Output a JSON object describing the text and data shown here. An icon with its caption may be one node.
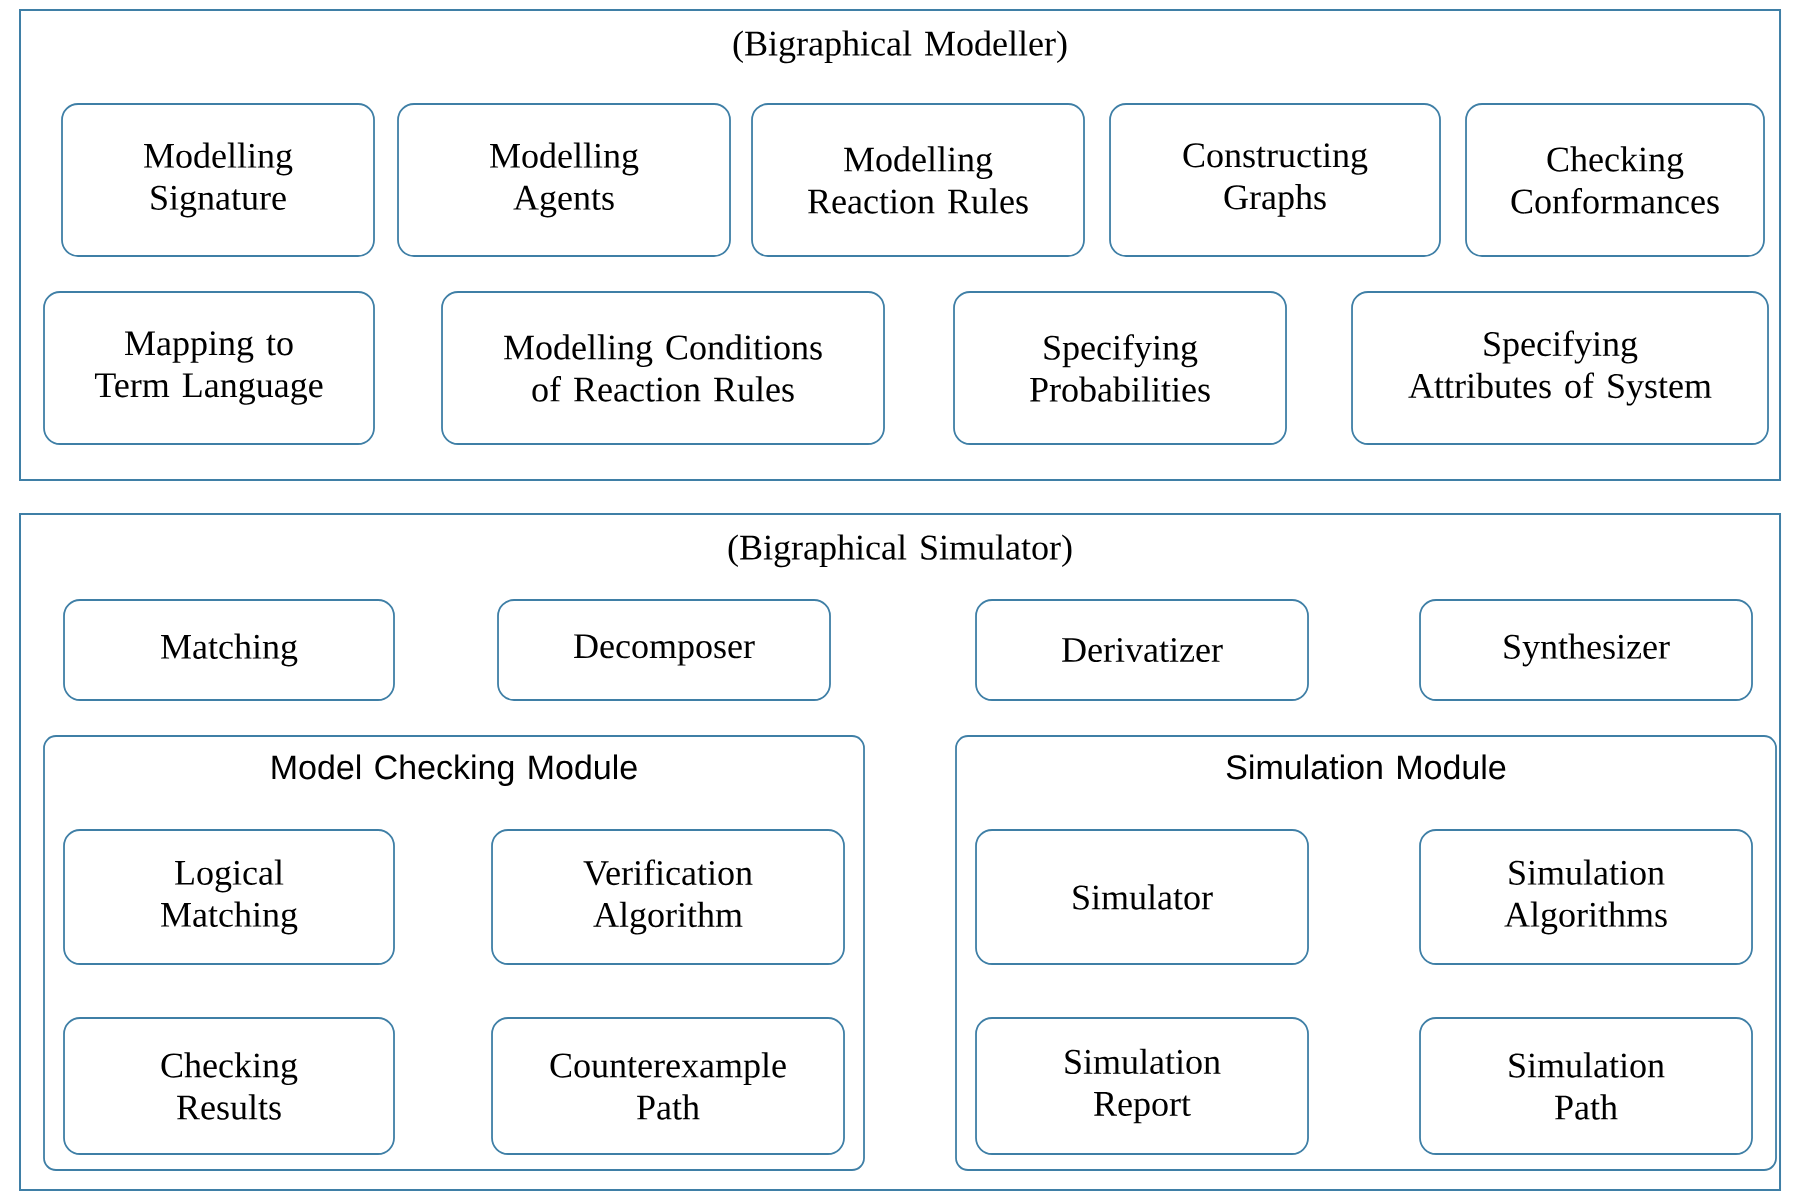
{
  "diagram": {
    "nodes": [
      {
        "text": [
          "(Bigraphical Modeller)"
        ]
      },
      {
        "text": [
          "Modelling Signature"
        ],
        "in": 0
      },
      {
        "text": [
          "Modelling Agents"
        ],
        "in": 0
      },
      {
        "text": [
          "Modelling Reaction Rules"
        ],
        "in": 0
      },
      {
        "text": [
          "Constructing Graphs"
        ],
        "in": 0
      },
      {
        "text": [
          "Checking Conformances"
        ],
        "in": 0
      },
      {
        "text": [
          "Mapping to Term Language"
        ],
        "in": 0
      },
      {
        "text": [
          "Modelling Conditions of Reaction Rules"
        ],
        "in": 0
      },
      {
        "text": [
          "Specifying Probabilities"
        ],
        "in": 0
      },
      {
        "text": [
          "Specifying Attributes of System"
        ],
        "in": 0
      },
      {
        "text": [
          "(Bigraphical Simulator)"
        ]
      },
      {
        "text": [
          "Matching"
        ],
        "in": 10
      },
      {
        "text": [
          "Decomposer"
        ],
        "in": 10
      },
      {
        "text": [
          "Derivatizer"
        ],
        "in": 10
      },
      {
        "text": [
          "Synthesizer"
        ],
        "in": 10
      },
      {
        "text": [
          "Model Checking Module"
        ],
        "in": 10
      },
      {
        "text": [
          "Logical Matching"
        ],
        "in": 15
      },
      {
        "text": [
          "Verification Algorithm"
        ],
        "in": 15
      },
      {
        "text": [
          "Checking Results"
        ],
        "in": 15
      },
      {
        "text": [
          "Counterexample Path"
        ],
        "in": 15
      },
      {
        "text": [
          "Simulation Module"
        ],
        "in": 10
      },
      {
        "text": [
          "Simulator"
        ],
        "in": 20
      },
      {
        "text": [
          "Simulation Algorithms"
        ],
        "in": 20
      },
      {
        "text": [
          "Simulation Report"
        ],
        "in": 20
      },
      {
        "text": [
          "Simulation Path"
        ],
        "in": 20
      }
    ]
  }
}
